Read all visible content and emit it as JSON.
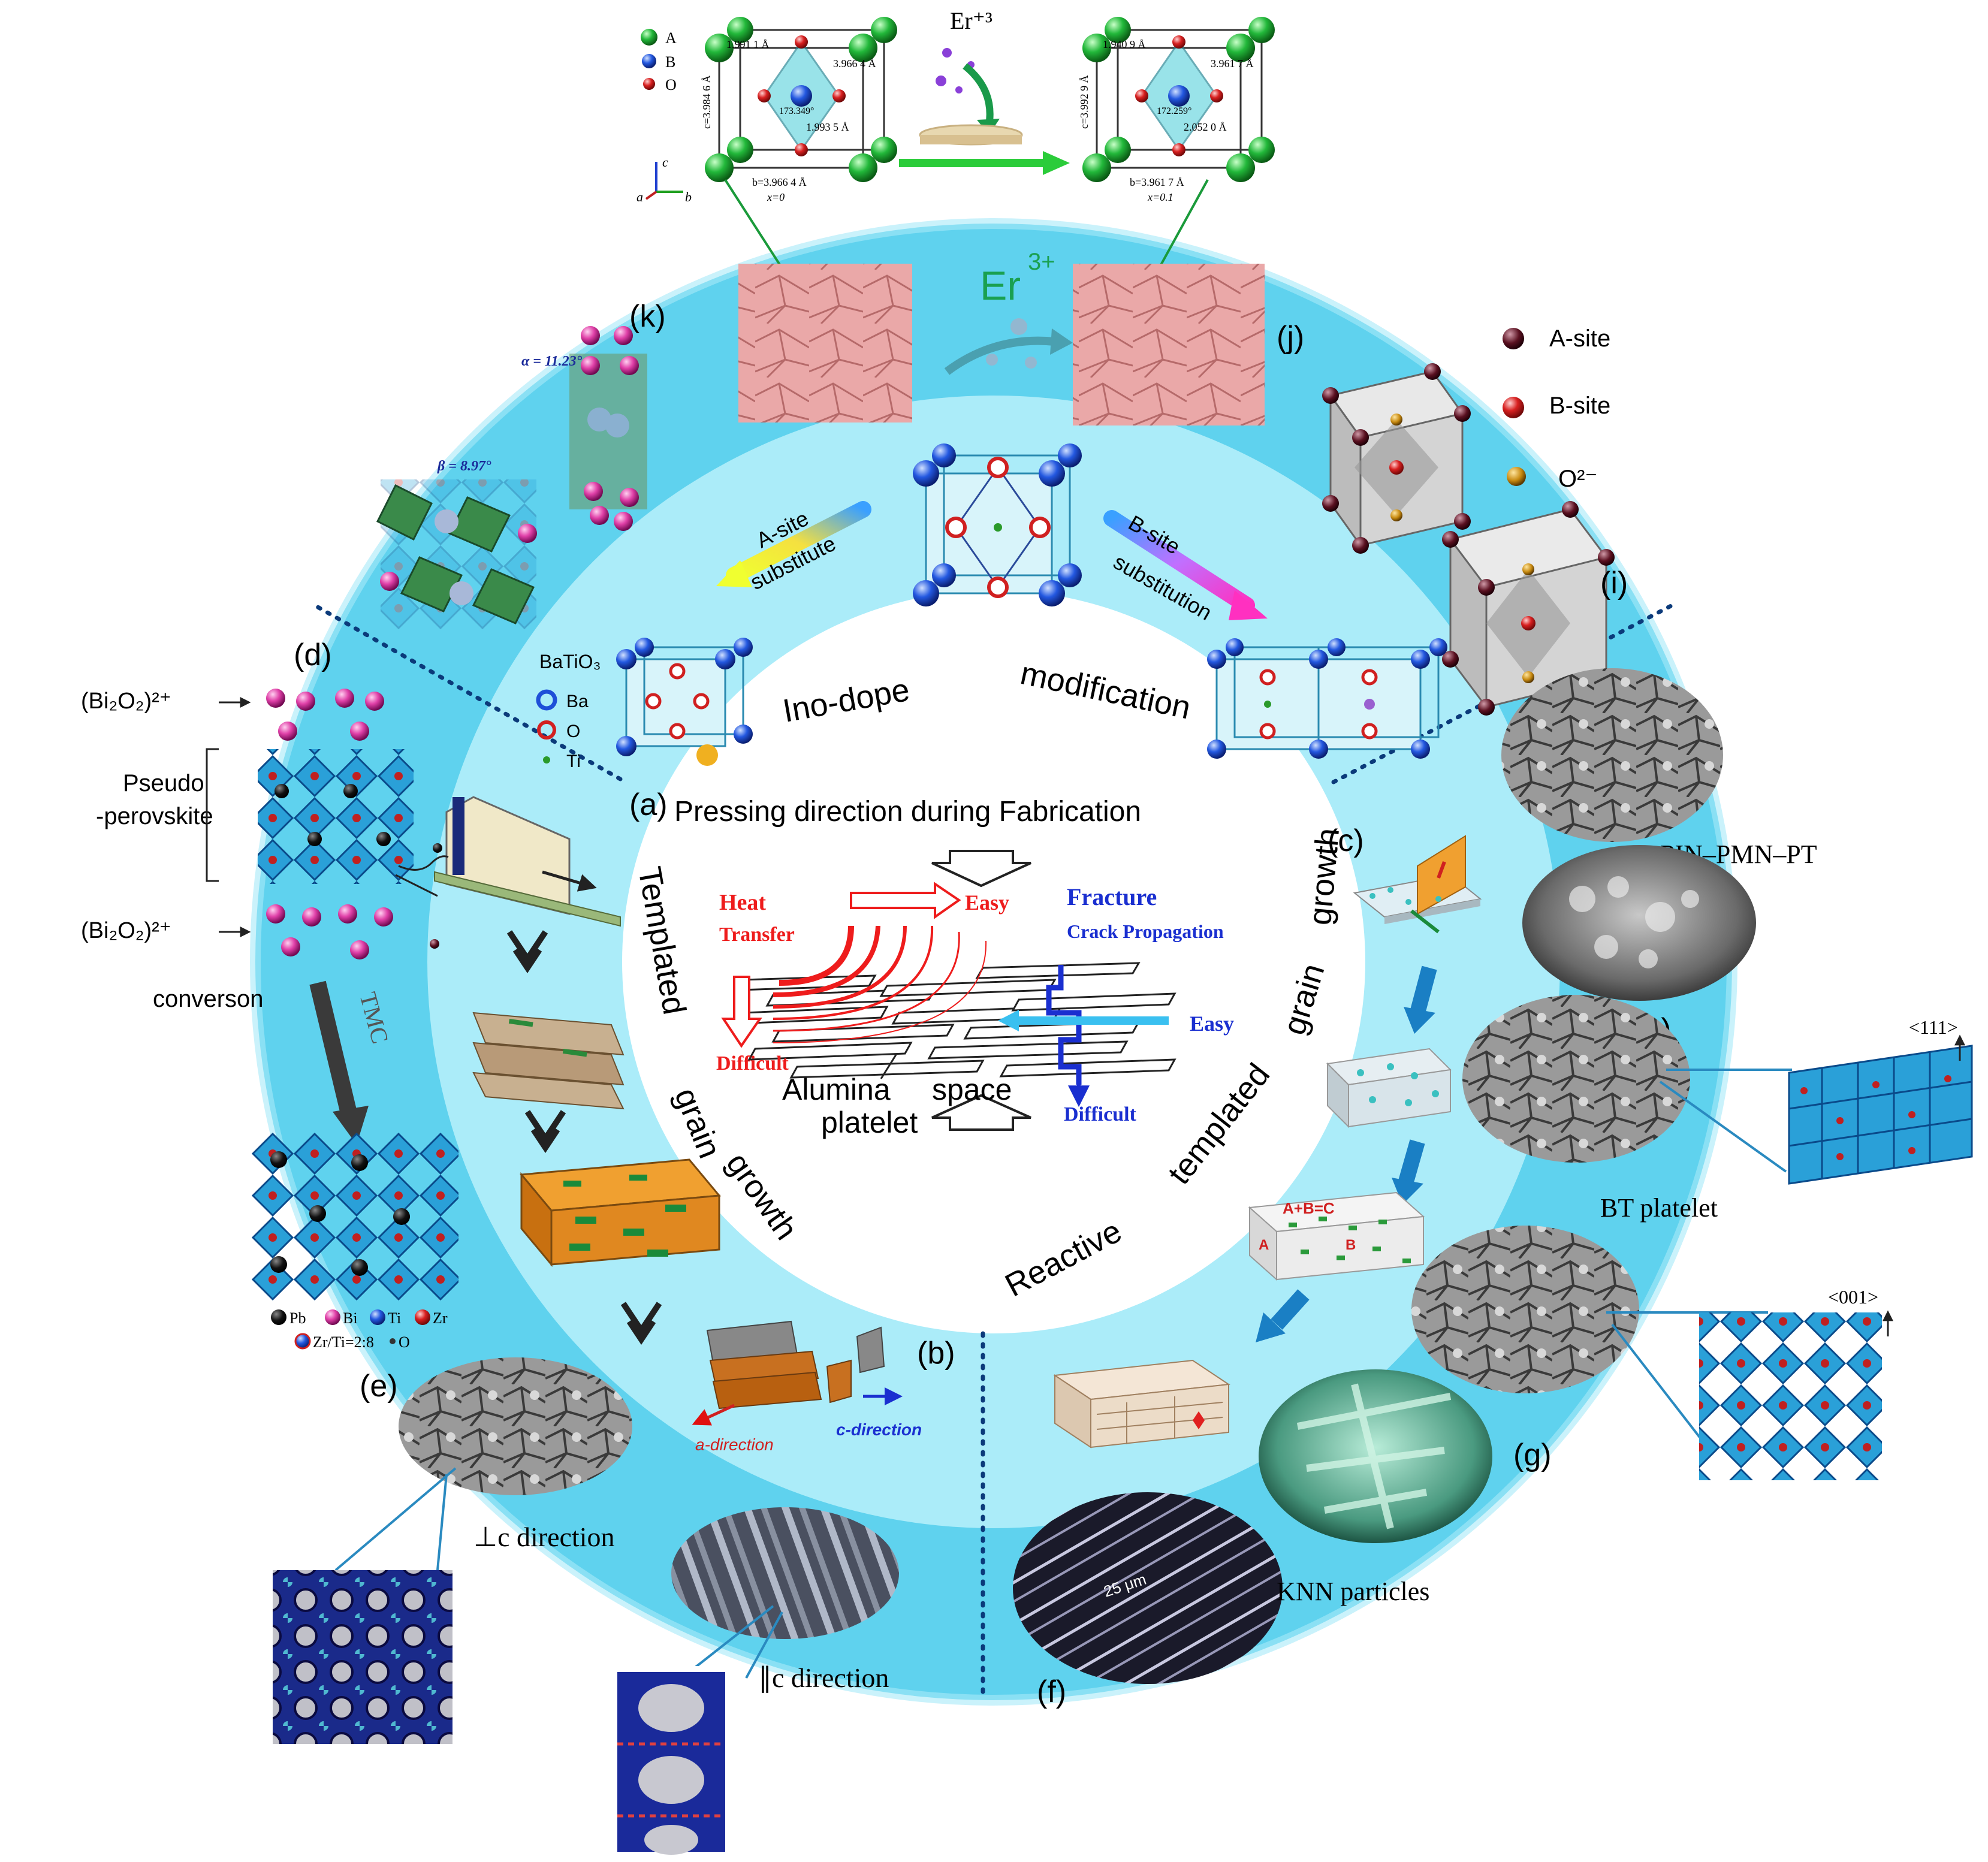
{
  "colors": {
    "outer_ring": "#5fd2ee",
    "outer_ring_edge": "#2aa8d6",
    "inner_ring": "#a9ecf8",
    "center": "#ffffff",
    "ba_atom": "#1e4fd8",
    "o_atom": "#d22020",
    "bi_atom": "#e0409a",
    "heat_red": "#ee1c1c",
    "fracture_blue": "#1a2fd0",
    "arrow_blue": "#1a7fc4",
    "sem_gray": "#8a8a8a",
    "pink_sem": "#e9a2a2"
  },
  "top_panel": {
    "legend": [
      "A",
      "B",
      "O"
    ],
    "dopant_label": "Er⁺³",
    "left_cell": {
      "label_1": "1.991 1 Å",
      "label_2": "3.966 4 Å",
      "label_3": "c=3.984 6 Å",
      "label_4": "1.993 5 Å",
      "label_5": "b=3.966 4 Å",
      "label_6": "x=0",
      "label_7": "173.349°"
    },
    "right_cell": {
      "label_1": "1.940 9 Å",
      "label_2": "3.961 7 Å",
      "label_3": "c=3.992 9 Å",
      "label_4": "2.052 0 Å",
      "label_5": "b=3.961 7 Å",
      "label_6": "x=0.1",
      "label_7": "172.259°"
    },
    "axes": {
      "a": "a",
      "b": "b",
      "c": "c"
    }
  },
  "panels": {
    "a": "(a)",
    "b": "(b)",
    "c": "(c)",
    "d": "(d)",
    "e": "(e)",
    "f": "(f)",
    "g": "(g)",
    "h": "(h)",
    "i": "(i)",
    "j": "(j)",
    "k": "(k)"
  },
  "ring_titles": {
    "ino_dope": "Ino-dope",
    "modification": "modification",
    "templated": "Templated",
    "grain_1": "grain",
    "growth_1": "growth",
    "reactive": "Reactive",
    "templated_2": "templated",
    "grain_2": "grain",
    "growth_2": "growth"
  },
  "center": {
    "title": "Pressing direction during Fabrication",
    "heat": "Heat",
    "transfer": "Transfer",
    "easy_1": "Easy",
    "difficult_1": "Difficult",
    "fracture": "Fracture",
    "crack": "Crack Propagation",
    "easy_2": "Easy",
    "difficult_2": "Difficult",
    "alumina": "Alumina",
    "space": "space",
    "platelet": "platelet"
  },
  "ino_dope": {
    "a_site": "A-site",
    "substitute": "substitute",
    "b_site": "B-site",
    "substitution": "substitution",
    "batio3": "BaTiO₃",
    "ba": "Ba",
    "o": "O",
    "ti": "Ti"
  },
  "sites": {
    "a_site": "A-site",
    "b_site": "B-site",
    "o2": "O²⁻"
  },
  "er3": "Er",
  "er3_sup": "3+",
  "angles": {
    "alpha": "α = 11.23°",
    "beta": "β = 8.97°"
  },
  "bismuth": {
    "bi2o2_top": "(Bi₂O₂)²⁺",
    "bi2o2_bottom": "(Bi₂O₂)²⁺",
    "pseudo": "Pseudo",
    "perovskite": "-perovskite",
    "conversion": "converson",
    "tmc": "TMC"
  },
  "legend_e": {
    "pb": "Pb",
    "bi": "Bi",
    "ti": "Ti",
    "zr": "Zr",
    "ratio": "Zr/Ti=2:8",
    "o": "O"
  },
  "directions": {
    "a_dir": "a-direction",
    "c_dir": "c-direction"
  },
  "sem_labels": {
    "perp_c": "⊥c direction",
    "par_c": "∥c direction",
    "knn": "KNN particles",
    "scale": "25 μm",
    "pin": "PIN–PMN–PT",
    "bt": "BT platelet",
    "dir_111": "<111>",
    "dir_001": "<001>"
  },
  "rtgg": {
    "eq": "A+B=C",
    "a": "A",
    "b": "B"
  }
}
